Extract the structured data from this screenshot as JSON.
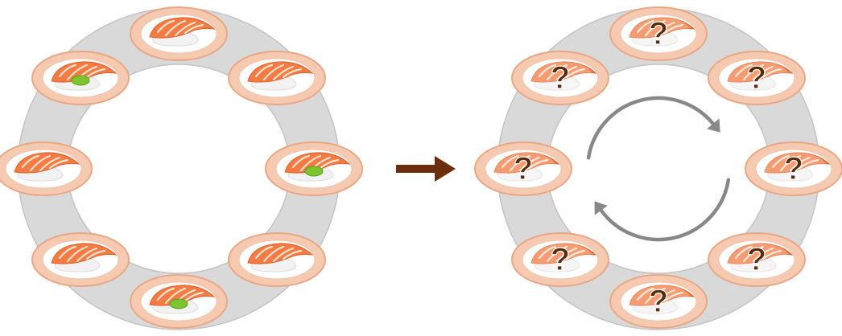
{
  "colors": {
    "ring": "#d9d9d9",
    "ring_stroke": "#c4c4c4",
    "plate_outer": "#f6c9b1",
    "plate_rim": "#e9a885",
    "plate_inner": "#ffffff",
    "salmon": "#f47b43",
    "salmon_light": "#f9a66f",
    "salmon_stripe": "#ffe3cc",
    "rice": "#f2f2f2",
    "wasabi": "#7dc52e",
    "arrow": "#6b2f0c",
    "question_mark": "#5a2a0a",
    "rotation_arrows": "#888888"
  },
  "left_conveyor": {
    "plates": [
      {
        "position": "top",
        "wasabi": false
      },
      {
        "position": "top-right",
        "wasabi": false
      },
      {
        "position": "right",
        "wasabi": true
      },
      {
        "position": "bottom-right",
        "wasabi": false
      },
      {
        "position": "bottom",
        "wasabi": true
      },
      {
        "position": "bottom-left",
        "wasabi": false
      },
      {
        "position": "left",
        "wasabi": false
      },
      {
        "position": "top-left",
        "wasabi": true
      }
    ]
  },
  "transition_arrow": {
    "icon": "right-arrow-icon"
  },
  "right_conveyor": {
    "question_mark": "?",
    "plates": [
      {
        "position": "top",
        "hidden": true
      },
      {
        "position": "top-right",
        "hidden": true
      },
      {
        "position": "right",
        "hidden": true
      },
      {
        "position": "bottom-right",
        "hidden": true
      },
      {
        "position": "bottom",
        "hidden": true
      },
      {
        "position": "bottom-left",
        "hidden": true
      },
      {
        "position": "left",
        "hidden": true
      },
      {
        "position": "top-left",
        "hidden": true
      }
    ],
    "rotation": {
      "direction": "clockwise",
      "icon": "rotate-clockwise-icon"
    }
  }
}
